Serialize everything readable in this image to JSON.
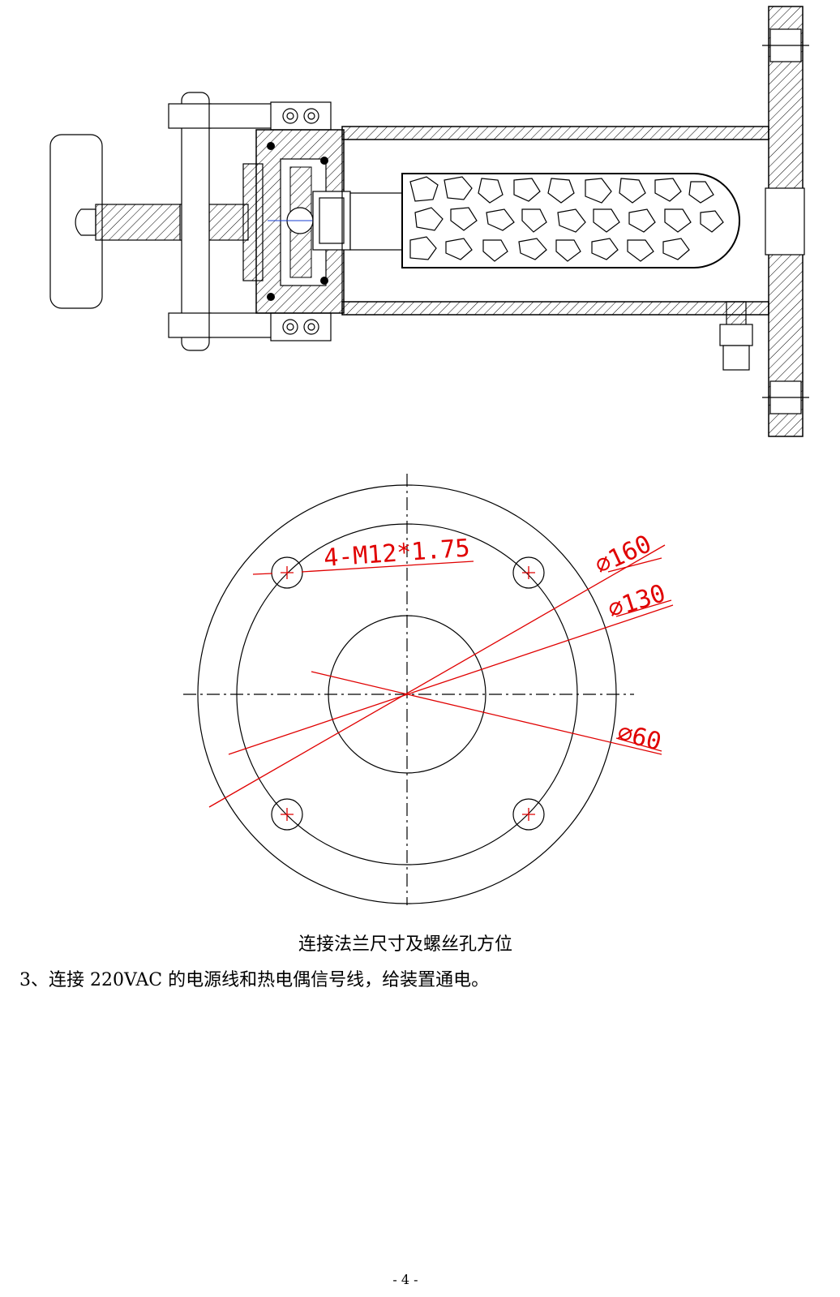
{
  "figure": {
    "annotations": {
      "bolt_spec": "4-M12*1.75",
      "d160": "⌀160",
      "d130": "⌀130",
      "d60": "⌀60"
    },
    "caption": "连接法兰尺寸及螺丝孔方位"
  },
  "step": {
    "text": "3、连接 220VAC  的电源线和热电偶信号线，给装置通电。"
  },
  "footer": {
    "page_number": "- 4 -"
  },
  "colors": {
    "annotation": "#e00000",
    "line": "#000000"
  }
}
